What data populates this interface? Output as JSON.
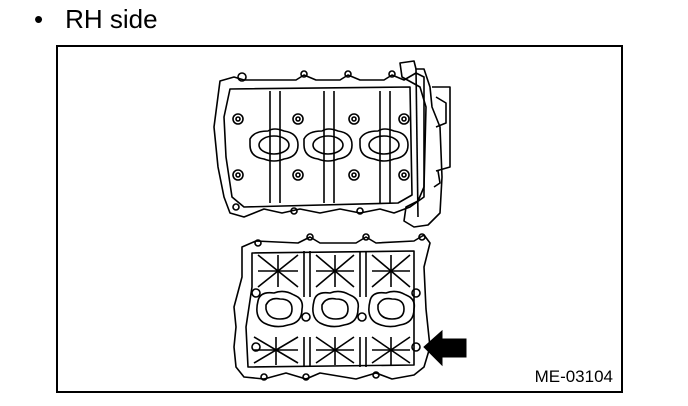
{
  "section": {
    "bullet": "•",
    "heading": "RH side"
  },
  "figure": {
    "id": "ME-03104",
    "top_part": "rocker-cover-gasket-side",
    "bottom_part": "rocker-cover-underside",
    "arrow_direction": "left",
    "line_color": "#000000",
    "background_color": "#ffffff"
  }
}
